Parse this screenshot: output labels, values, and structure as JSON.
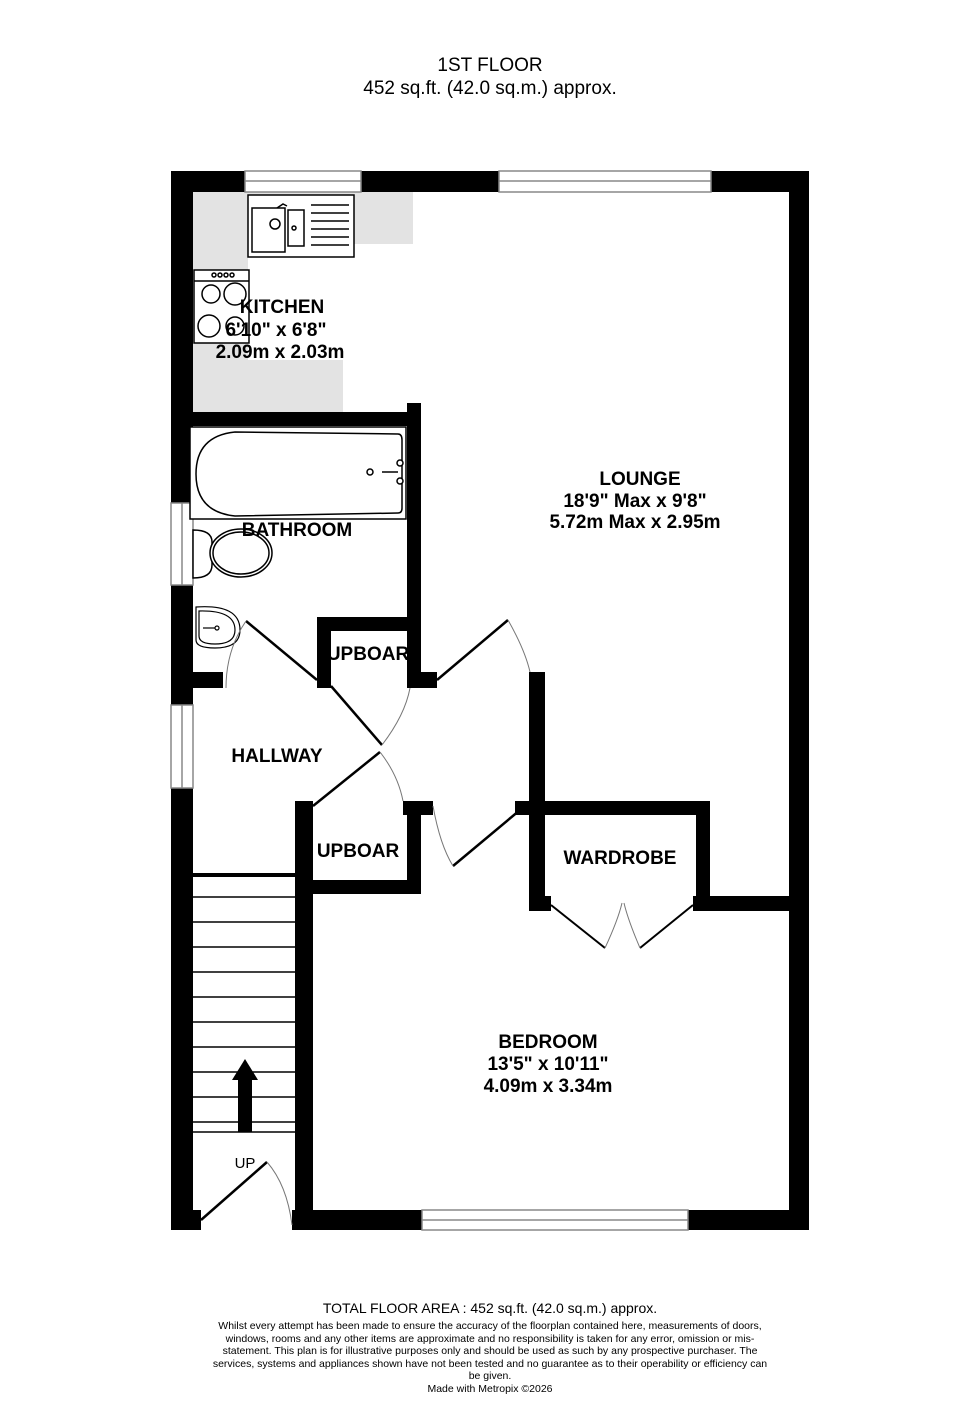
{
  "header": {
    "floor_name": "1ST FLOOR",
    "floor_area": "452 sq.ft. (42.0 sq.m.) approx."
  },
  "rooms": {
    "kitchen": {
      "name": "KITCHEN",
      "imperial": "6'10\"  x 6'8\"",
      "metric": "2.09m  x 2.03m"
    },
    "lounge": {
      "name": "LOUNGE",
      "imperial": "18'9\" Max x 9'8\"",
      "metric": "5.72m Max x 2.95m"
    },
    "bathroom": {
      "name": "BATHROOM"
    },
    "cupboard_1": {
      "name": "UPBOAR"
    },
    "hallway": {
      "name": "HALLWAY"
    },
    "cupboard_2": {
      "name": "UPBOAR"
    },
    "wardrobe": {
      "name": "WARDROBE"
    },
    "bedroom": {
      "name": "BEDROOM",
      "imperial": "13'5\"  x 10'11\"",
      "metric": "4.09m  x 3.34m"
    }
  },
  "stairs": {
    "label": "UP",
    "icon": "arrow-up-icon"
  },
  "footer": {
    "total_area": "TOTAL FLOOR AREA : 452 sq.ft. (42.0 sq.m.) approx.",
    "disclaimer": "Whilst every attempt has been made to ensure the accuracy of the floorplan contained here, measurements of doors, windows, rooms and any other items are approximate and no responsibility is taken for any error, omission or mis-statement. This plan is for illustrative purposes only and should be used as such by any prospective purchaser. The services, systems and appliances shown have not been tested and no guarantee as to their operability or efficiency can be given.",
    "made_with": "Made with Metropix ©2026"
  },
  "colors": {
    "wall": "#000000",
    "counter": "#e3e3e3",
    "window_line": "#888888",
    "background": "#ffffff"
  }
}
